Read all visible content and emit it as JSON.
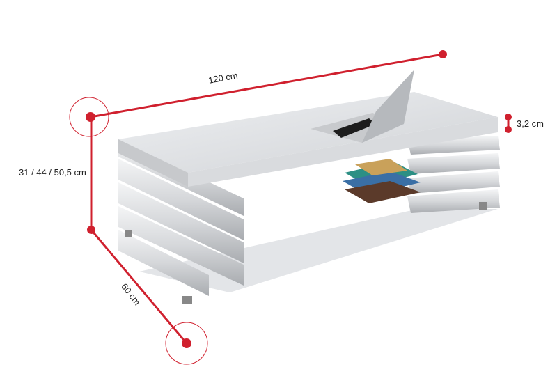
{
  "dimensions": {
    "length": "120 cm",
    "height": "31 / 44 / 50,5 cm",
    "depth": "60 cm",
    "top_thickness": "3,2 cm"
  },
  "colors": {
    "accent": "#d0202e",
    "table": "#e6e7e9",
    "table_shadow": "#b9bbbf"
  }
}
